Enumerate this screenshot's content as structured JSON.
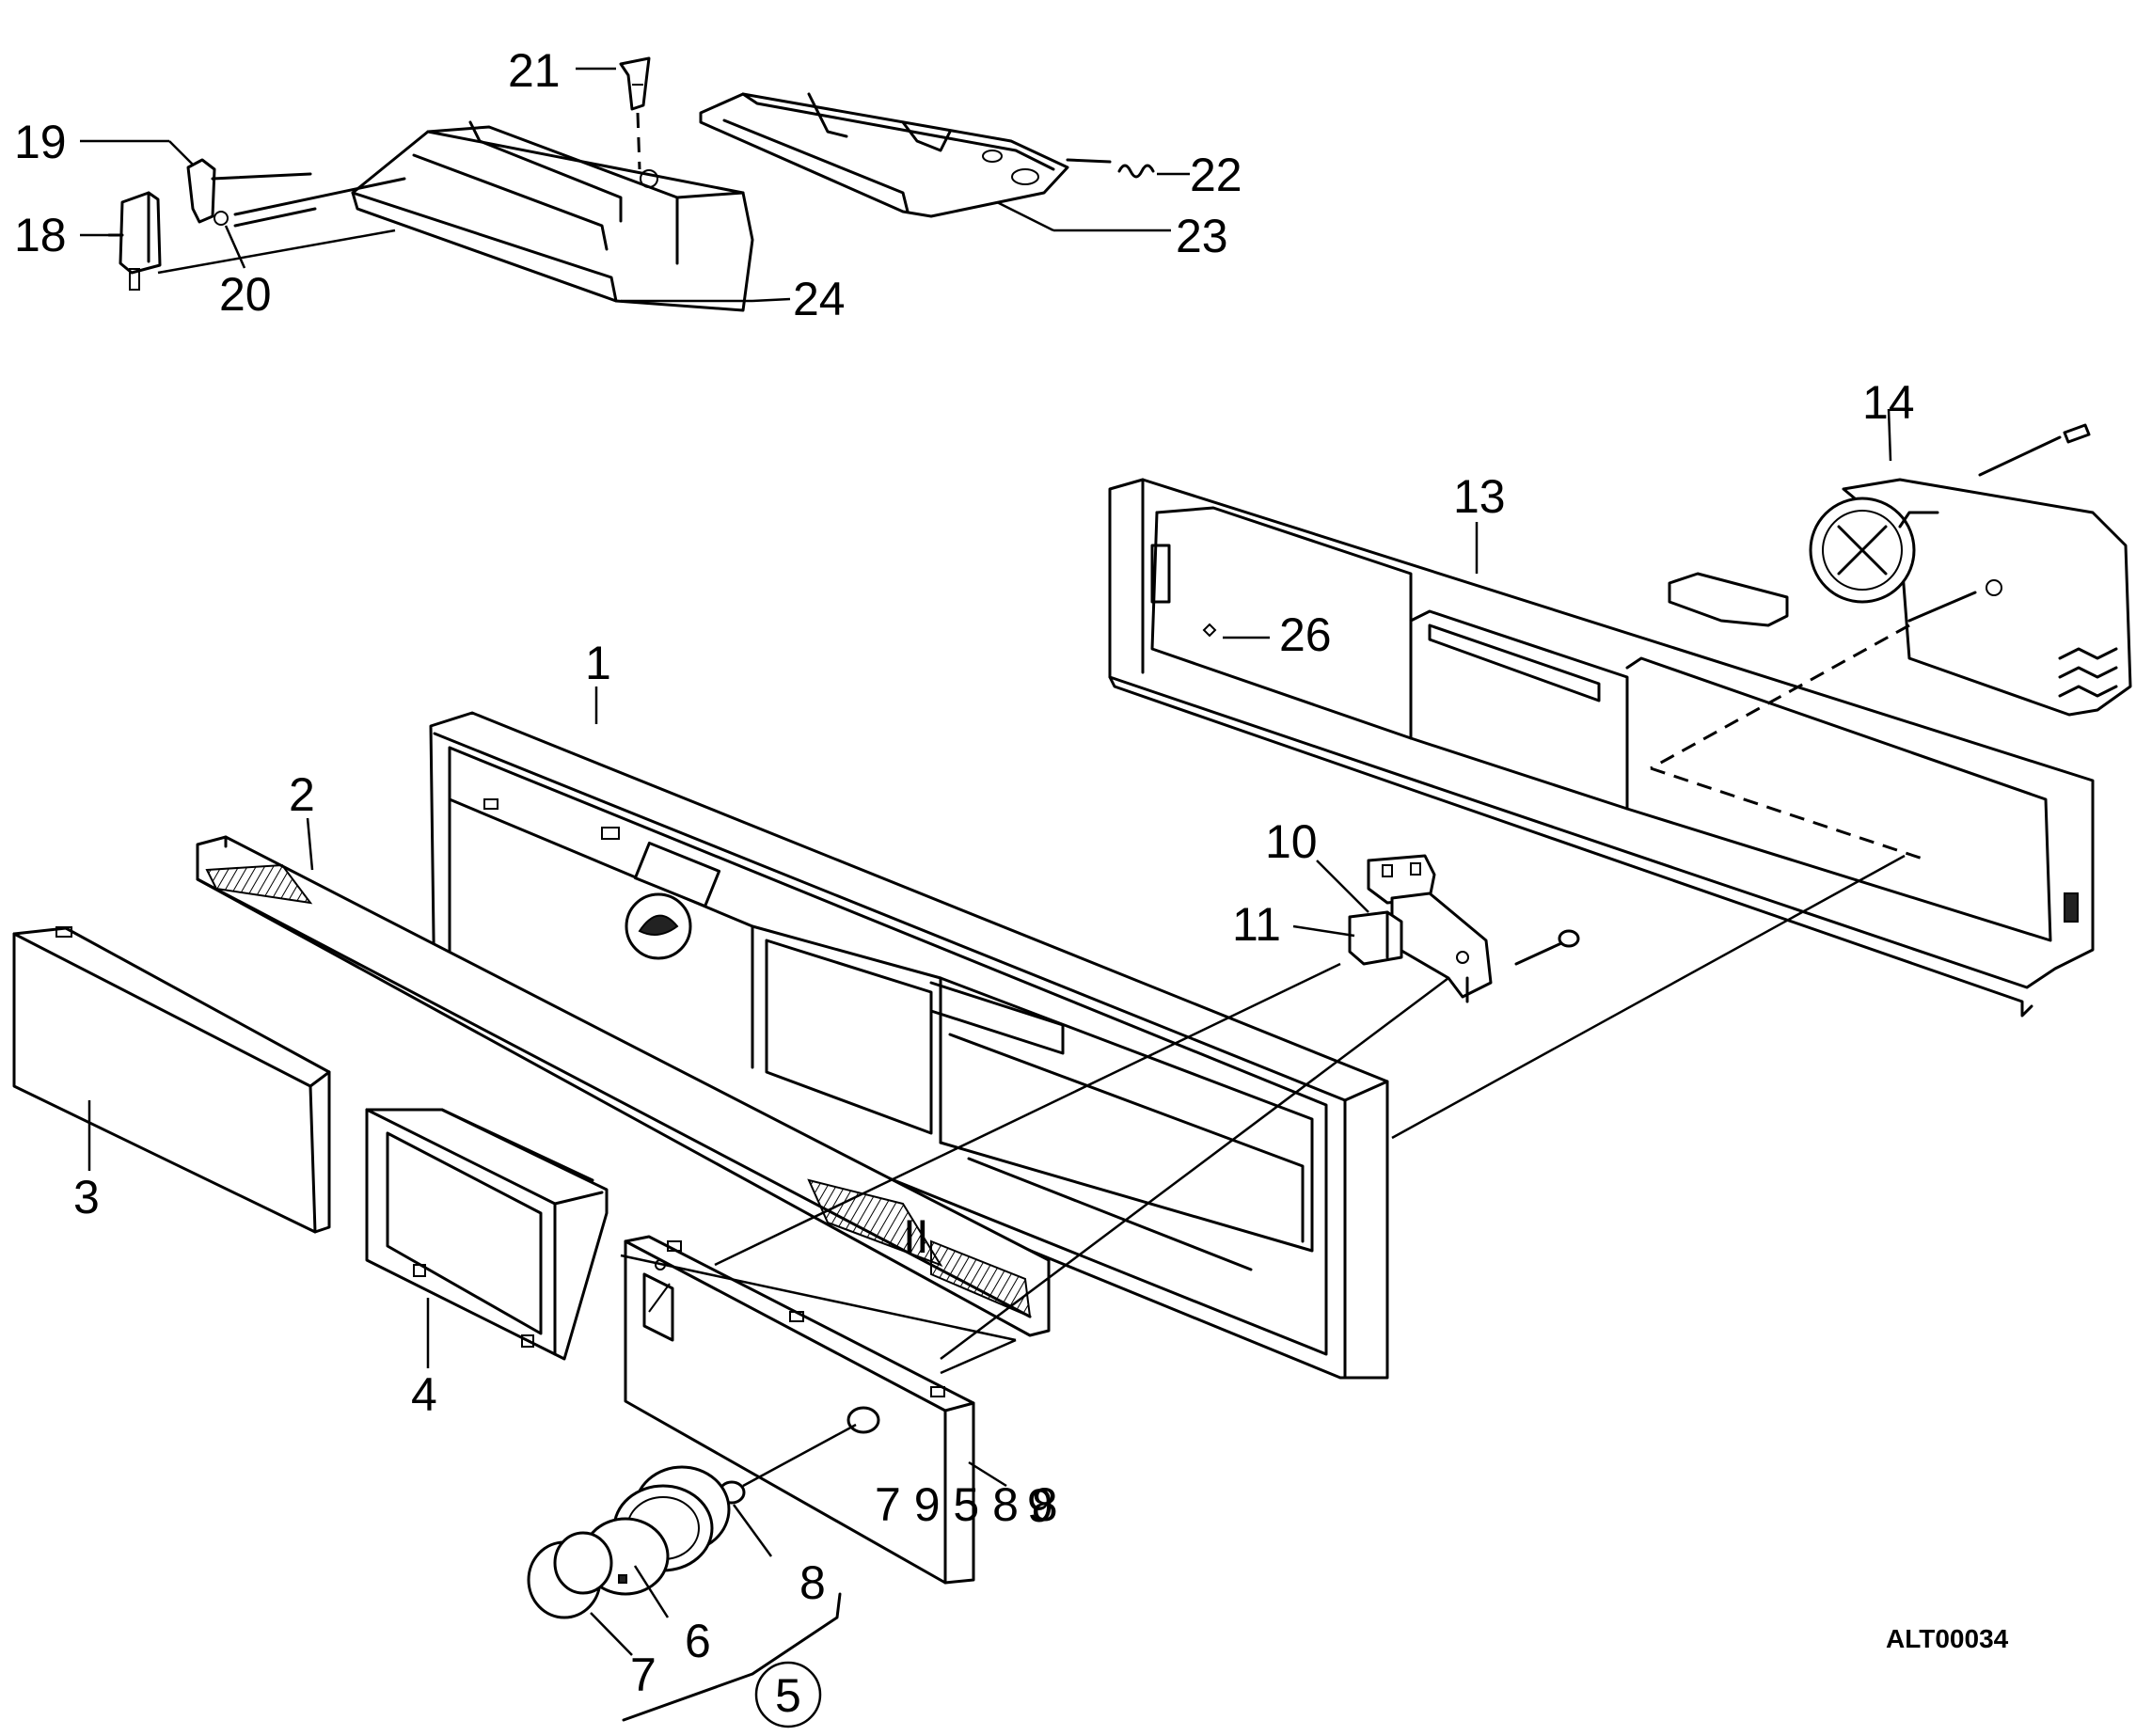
{
  "drawing_code": "ALT00034",
  "callouts": {
    "c1": "1",
    "c2": "2",
    "c3": "3",
    "c4": "4",
    "c5": "5",
    "c6": "6",
    "c7": "7",
    "c8": "8",
    "c9": "9",
    "c10": "10",
    "c11": "11",
    "c13": "13",
    "c14": "14",
    "c18": "18",
    "c19": "19",
    "c20": "20",
    "c21": "21",
    "c22": "22",
    "c23": "23",
    "c24": "24",
    "c26": "26"
  }
}
